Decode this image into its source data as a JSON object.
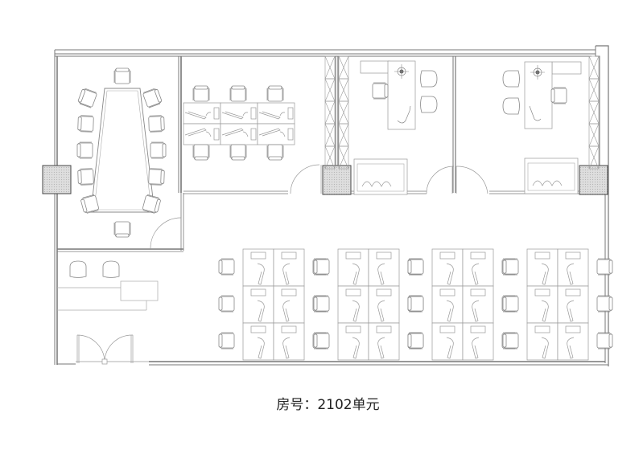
{
  "caption": {
    "label": "房号：",
    "unit": "2102单元",
    "full": "房号：2102单元"
  },
  "colors": {
    "line": "#8a8a8a",
    "wall": "#555555",
    "column_fill": "#d4d4d4",
    "background": "#ffffff"
  },
  "rooms": [
    {
      "id": "meeting-room",
      "chairs": 12,
      "table": "boat-shaped conference table"
    },
    {
      "id": "small-office",
      "workstations": 6
    },
    {
      "id": "manager-office-1",
      "desk": 1,
      "guest_chairs": 2,
      "sofa": 1
    },
    {
      "id": "manager-office-2",
      "desk": 1,
      "guest_chairs": 2,
      "sofa": 1
    },
    {
      "id": "reception",
      "guest_chairs": 2,
      "front_desk": 1,
      "entrance": "double door"
    },
    {
      "id": "open-office",
      "clusters": 4,
      "workstations_per_cluster": 6
    }
  ],
  "columns": 4
}
